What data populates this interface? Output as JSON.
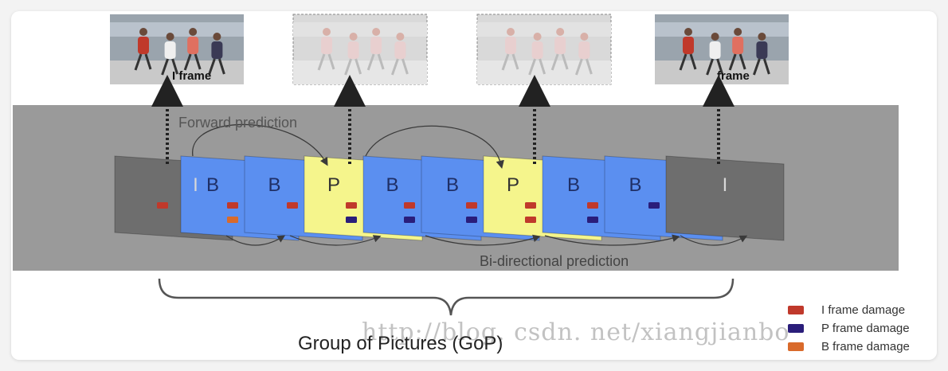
{
  "diagram": {
    "frames": [
      {
        "label": "I",
        "fill": "#6e6e6e",
        "text_color": "#d8d8d8",
        "marks": [
          "#c0392b"
        ]
      },
      {
        "label": "B",
        "fill": "#5b8ff0",
        "text_color": "#1f2f66",
        "marks": [
          "#c0392b",
          "#d96a2b"
        ]
      },
      {
        "label": "B",
        "fill": "#5b8ff0",
        "text_color": "#1f2f66",
        "marks": [
          "#c0392b"
        ]
      },
      {
        "label": "P",
        "fill": "#f5f58c",
        "text_color": "#333333",
        "marks": [
          "#c0392b",
          "#2a1d7a"
        ]
      },
      {
        "label": "B",
        "fill": "#5b8ff0",
        "text_color": "#1f2f66",
        "marks": [
          "#c0392b",
          "#2a1d7a"
        ]
      },
      {
        "label": "B",
        "fill": "#5b8ff0",
        "text_color": "#1f2f66",
        "marks": [
          "#c0392b",
          "#2a1d7a"
        ]
      },
      {
        "label": "P",
        "fill": "#f5f58c",
        "text_color": "#333333",
        "marks": [
          "#c0392b",
          "#c0392b"
        ]
      },
      {
        "label": "B",
        "fill": "#5b8ff0",
        "text_color": "#1f2f66",
        "marks": [
          "#c0392b",
          "#2a1d7a"
        ]
      },
      {
        "label": "B",
        "fill": "#5b8ff0",
        "text_color": "#1f2f66",
        "marks": [
          "#2a1d7a"
        ]
      },
      {
        "label": "I",
        "fill": "#6e6e6e",
        "text_color": "#d8d8d8",
        "marks": []
      }
    ],
    "thumbnails": [
      {
        "caption": "I frame",
        "style": "full"
      },
      {
        "caption": "",
        "style": "faded"
      },
      {
        "caption": "",
        "style": "faded"
      },
      {
        "caption": "frame",
        "style": "full"
      }
    ],
    "forward_label": "Forward prediction",
    "bidirectional_label": "Bi-directional  prediction",
    "gop_label": "Group of Pictures (GoP)",
    "watermark": "http://blog. csdn. net/xiangjianbo",
    "legend": [
      {
        "label": "I frame damage",
        "color": "#c0392b"
      },
      {
        "label": "P frame damage",
        "color": "#2a1d7a"
      },
      {
        "label": "B frame damage",
        "color": "#d96a2b"
      }
    ],
    "colors": {
      "band": "#9a9a9a",
      "arrow": "#222222",
      "curve": "#3a3a3a"
    }
  }
}
